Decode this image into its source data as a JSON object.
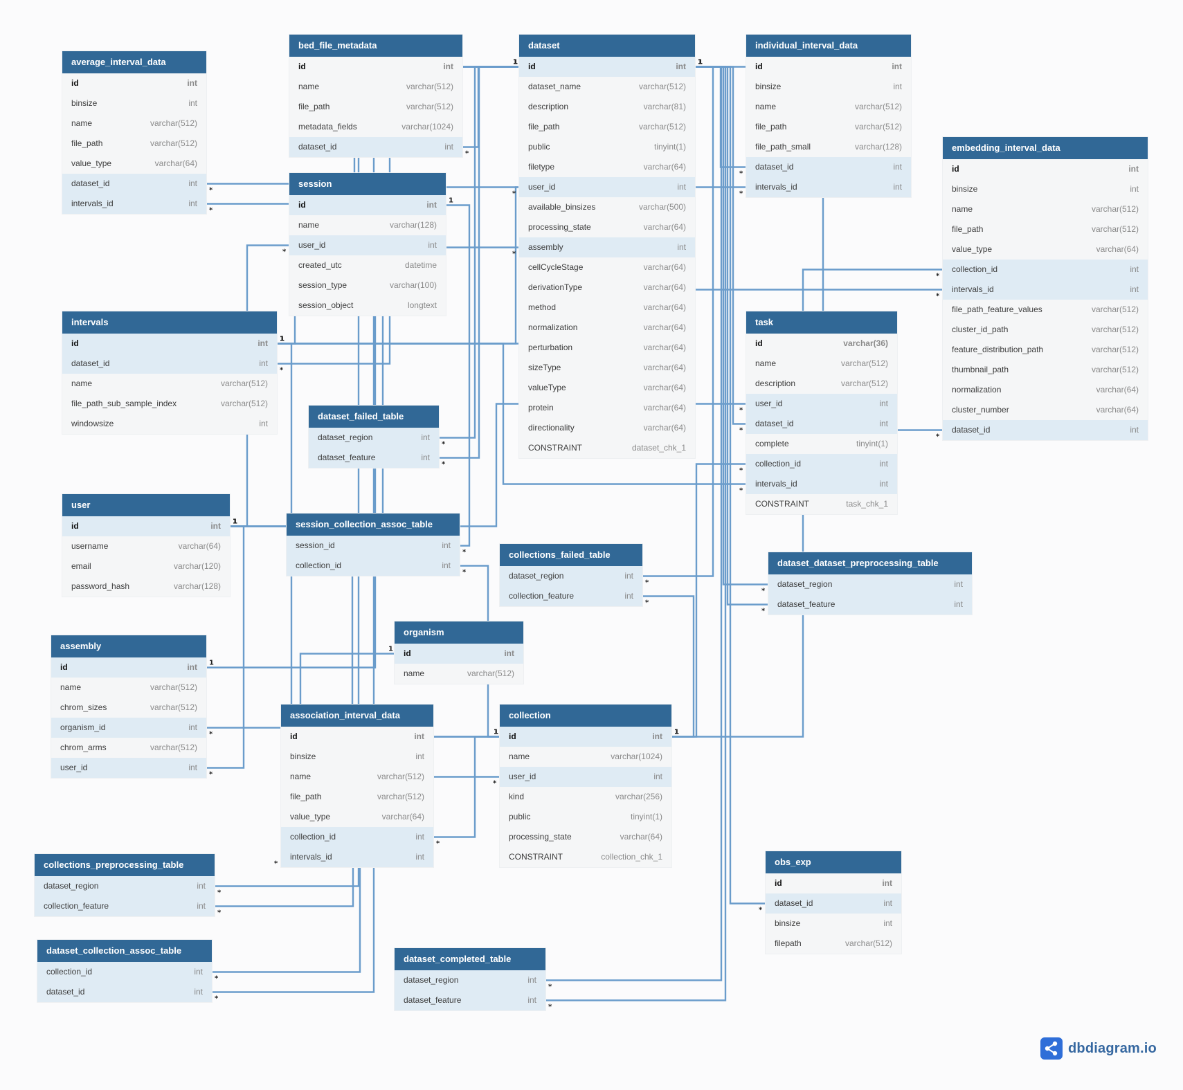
{
  "tables": [
    {
      "id": "average_interval_data",
      "name": "average_interval_data",
      "fields": [
        {
          "name": "id",
          "type": "int",
          "pk": true
        },
        {
          "name": "binsize",
          "type": "int"
        },
        {
          "name": "name",
          "type": "varchar(512)"
        },
        {
          "name": "file_path",
          "type": "varchar(512)"
        },
        {
          "name": "value_type",
          "type": "varchar(64)"
        },
        {
          "name": "dataset_id",
          "type": "int",
          "fk": true
        },
        {
          "name": "intervals_id",
          "type": "int",
          "fk": true
        }
      ]
    },
    {
      "id": "bed_file_metadata",
      "name": "bed_file_metadata",
      "fields": [
        {
          "name": "id",
          "type": "int",
          "pk": true
        },
        {
          "name": "name",
          "type": "varchar(512)"
        },
        {
          "name": "file_path",
          "type": "varchar(512)"
        },
        {
          "name": "metadata_fields",
          "type": "varchar(1024)"
        },
        {
          "name": "dataset_id",
          "type": "int",
          "fk": true
        }
      ]
    },
    {
      "id": "dataset",
      "name": "dataset",
      "fields": [
        {
          "name": "id",
          "type": "int",
          "pk": true,
          "fk": true
        },
        {
          "name": "dataset_name",
          "type": "varchar(512)"
        },
        {
          "name": "description",
          "type": "varchar(81)"
        },
        {
          "name": "file_path",
          "type": "varchar(512)"
        },
        {
          "name": "public",
          "type": "tinyint(1)"
        },
        {
          "name": "filetype",
          "type": "varchar(64)"
        },
        {
          "name": "user_id",
          "type": "int",
          "fk": true
        },
        {
          "name": "available_binsizes",
          "type": "varchar(500)"
        },
        {
          "name": "processing_state",
          "type": "varchar(64)"
        },
        {
          "name": "assembly",
          "type": "int",
          "fk": true
        },
        {
          "name": "cellCycleStage",
          "type": "varchar(64)"
        },
        {
          "name": "derivationType",
          "type": "varchar(64)"
        },
        {
          "name": "method",
          "type": "varchar(64)"
        },
        {
          "name": "normalization",
          "type": "varchar(64)"
        },
        {
          "name": "perturbation",
          "type": "varchar(64)"
        },
        {
          "name": "sizeType",
          "type": "varchar(64)"
        },
        {
          "name": "valueType",
          "type": "varchar(64)"
        },
        {
          "name": "protein",
          "type": "varchar(64)"
        },
        {
          "name": "directionality",
          "type": "varchar(64)"
        },
        {
          "name": "CONSTRAINT",
          "type": "dataset_chk_1"
        }
      ]
    },
    {
      "id": "individual_interval_data",
      "name": "individual_interval_data",
      "fields": [
        {
          "name": "id",
          "type": "int",
          "pk": true
        },
        {
          "name": "binsize",
          "type": "int"
        },
        {
          "name": "name",
          "type": "varchar(512)"
        },
        {
          "name": "file_path",
          "type": "varchar(512)"
        },
        {
          "name": "file_path_small",
          "type": "varchar(128)"
        },
        {
          "name": "dataset_id",
          "type": "int",
          "fk": true
        },
        {
          "name": "intervals_id",
          "type": "int",
          "fk": true
        }
      ]
    },
    {
      "id": "embedding_interval_data",
      "name": "embedding_interval_data",
      "fields": [
        {
          "name": "id",
          "type": "int",
          "pk": true
        },
        {
          "name": "binsize",
          "type": "int"
        },
        {
          "name": "name",
          "type": "varchar(512)"
        },
        {
          "name": "file_path",
          "type": "varchar(512)"
        },
        {
          "name": "value_type",
          "type": "varchar(64)"
        },
        {
          "name": "collection_id",
          "type": "int",
          "fk": true
        },
        {
          "name": "intervals_id",
          "type": "int",
          "fk": true
        },
        {
          "name": "file_path_feature_values",
          "type": "varchar(512)"
        },
        {
          "name": "cluster_id_path",
          "type": "varchar(512)"
        },
        {
          "name": "feature_distribution_path",
          "type": "varchar(512)"
        },
        {
          "name": "thumbnail_path",
          "type": "varchar(512)"
        },
        {
          "name": "normalization",
          "type": "varchar(64)"
        },
        {
          "name": "cluster_number",
          "type": "varchar(64)"
        },
        {
          "name": "dataset_id",
          "type": "int",
          "fk": true
        }
      ]
    },
    {
      "id": "session",
      "name": "session",
      "fields": [
        {
          "name": "id",
          "type": "int",
          "pk": true,
          "fk": true
        },
        {
          "name": "name",
          "type": "varchar(128)"
        },
        {
          "name": "user_id",
          "type": "int",
          "fk": true
        },
        {
          "name": "created_utc",
          "type": "datetime"
        },
        {
          "name": "session_type",
          "type": "varchar(100)"
        },
        {
          "name": "session_object",
          "type": "longtext"
        }
      ]
    },
    {
      "id": "intervals",
      "name": "intervals",
      "fields": [
        {
          "name": "id",
          "type": "int",
          "pk": true,
          "fk": true
        },
        {
          "name": "dataset_id",
          "type": "int",
          "fk": true
        },
        {
          "name": "name",
          "type": "varchar(512)"
        },
        {
          "name": "file_path_sub_sample_index",
          "type": "varchar(512)"
        },
        {
          "name": "windowsize",
          "type": "int"
        }
      ]
    },
    {
      "id": "task",
      "name": "task",
      "fields": [
        {
          "name": "id",
          "type": "varchar(36)",
          "pk": true
        },
        {
          "name": "name",
          "type": "varchar(512)"
        },
        {
          "name": "description",
          "type": "varchar(512)"
        },
        {
          "name": "user_id",
          "type": "int",
          "fk": true
        },
        {
          "name": "dataset_id",
          "type": "int",
          "fk": true
        },
        {
          "name": "complete",
          "type": "tinyint(1)"
        },
        {
          "name": "collection_id",
          "type": "int",
          "fk": true
        },
        {
          "name": "intervals_id",
          "type": "int",
          "fk": true
        },
        {
          "name": "CONSTRAINT",
          "type": "task_chk_1"
        }
      ]
    },
    {
      "id": "dataset_failed_table",
      "name": "dataset_failed_table",
      "fields": [
        {
          "name": "dataset_region",
          "type": "int",
          "fk": true
        },
        {
          "name": "dataset_feature",
          "type": "int",
          "fk": true
        }
      ]
    },
    {
      "id": "user",
      "name": "user",
      "fields": [
        {
          "name": "id",
          "type": "int",
          "pk": true,
          "fk": true
        },
        {
          "name": "username",
          "type": "varchar(64)"
        },
        {
          "name": "email",
          "type": "varchar(120)"
        },
        {
          "name": "password_hash",
          "type": "varchar(128)"
        }
      ]
    },
    {
      "id": "session_collection_assoc_table",
      "name": "session_collection_assoc_table",
      "fields": [
        {
          "name": "session_id",
          "type": "int",
          "fk": true
        },
        {
          "name": "collection_id",
          "type": "int",
          "fk": true
        }
      ]
    },
    {
      "id": "collections_failed_table",
      "name": "collections_failed_table",
      "fields": [
        {
          "name": "dataset_region",
          "type": "int",
          "fk": true
        },
        {
          "name": "collection_feature",
          "type": "int",
          "fk": true
        }
      ]
    },
    {
      "id": "dataset_dataset_preprocessing_table",
      "name": "dataset_dataset_preprocessing_table",
      "fields": [
        {
          "name": "dataset_region",
          "type": "int",
          "fk": true
        },
        {
          "name": "dataset_feature",
          "type": "int",
          "fk": true
        }
      ]
    },
    {
      "id": "organism",
      "name": "organism",
      "fields": [
        {
          "name": "id",
          "type": "int",
          "pk": true,
          "fk": true
        },
        {
          "name": "name",
          "type": "varchar(512)"
        }
      ]
    },
    {
      "id": "assembly",
      "name": "assembly",
      "fields": [
        {
          "name": "id",
          "type": "int",
          "pk": true,
          "fk": true
        },
        {
          "name": "name",
          "type": "varchar(512)"
        },
        {
          "name": "chrom_sizes",
          "type": "varchar(512)"
        },
        {
          "name": "organism_id",
          "type": "int",
          "fk": true
        },
        {
          "name": "chrom_arms",
          "type": "varchar(512)"
        },
        {
          "name": "user_id",
          "type": "int",
          "fk": true
        }
      ]
    },
    {
      "id": "association_interval_data",
      "name": "association_interval_data",
      "fields": [
        {
          "name": "id",
          "type": "int",
          "pk": true
        },
        {
          "name": "binsize",
          "type": "int"
        },
        {
          "name": "name",
          "type": "varchar(512)"
        },
        {
          "name": "file_path",
          "type": "varchar(512)"
        },
        {
          "name": "value_type",
          "type": "varchar(64)"
        },
        {
          "name": "collection_id",
          "type": "int",
          "fk": true
        },
        {
          "name": "intervals_id",
          "type": "int",
          "fk": true
        }
      ]
    },
    {
      "id": "collection",
      "name": "collection",
      "fields": [
        {
          "name": "id",
          "type": "int",
          "pk": true,
          "fk": true
        },
        {
          "name": "name",
          "type": "varchar(1024)"
        },
        {
          "name": "user_id",
          "type": "int",
          "fk": true
        },
        {
          "name": "kind",
          "type": "varchar(256)"
        },
        {
          "name": "public",
          "type": "tinyint(1)"
        },
        {
          "name": "processing_state",
          "type": "varchar(64)"
        },
        {
          "name": "CONSTRAINT",
          "type": "collection_chk_1"
        }
      ]
    },
    {
      "id": "collections_preprocessing_table",
      "name": "collections_preprocessing_table",
      "fields": [
        {
          "name": "dataset_region",
          "type": "int",
          "fk": true
        },
        {
          "name": "collection_feature",
          "type": "int",
          "fk": true
        }
      ]
    },
    {
      "id": "obs_exp",
      "name": "obs_exp",
      "fields": [
        {
          "name": "id",
          "type": "int",
          "pk": true
        },
        {
          "name": "dataset_id",
          "type": "int",
          "fk": true
        },
        {
          "name": "binsize",
          "type": "int"
        },
        {
          "name": "filepath",
          "type": "varchar(512)"
        }
      ]
    },
    {
      "id": "dataset_collection_assoc_table",
      "name": "dataset_collection_assoc_table",
      "fields": [
        {
          "name": "collection_id",
          "type": "int",
          "fk": true
        },
        {
          "name": "dataset_id",
          "type": "int",
          "fk": true
        }
      ]
    },
    {
      "id": "dataset_completed_table",
      "name": "dataset_completed_table",
      "fields": [
        {
          "name": "dataset_region",
          "type": "int",
          "fk": true
        },
        {
          "name": "dataset_feature",
          "type": "int",
          "fk": true
        }
      ]
    }
  ],
  "relationships": [
    {
      "from": "bed_file_metadata.dataset_id",
      "to": "dataset.id",
      "card": "*-1"
    },
    {
      "from": "average_interval_data.dataset_id",
      "to": "dataset.id",
      "card": "*-1"
    },
    {
      "from": "average_interval_data.intervals_id",
      "to": "intervals.id",
      "card": "*-1"
    },
    {
      "from": "individual_interval_data.dataset_id",
      "to": "dataset.id",
      "card": "*-1"
    },
    {
      "from": "individual_interval_data.intervals_id",
      "to": "intervals.id",
      "card": "*-1"
    },
    {
      "from": "dataset.user_id",
      "to": "user.id",
      "card": "*-1"
    },
    {
      "from": "dataset.assembly",
      "to": "assembly.id",
      "card": "*-1"
    },
    {
      "from": "session.user_id",
      "to": "user.id",
      "card": "*-1"
    },
    {
      "from": "intervals.dataset_id",
      "to": "dataset.id",
      "card": "*-1"
    },
    {
      "from": "embedding_interval_data.collection_id",
      "to": "collection.id",
      "card": "*-1"
    },
    {
      "from": "embedding_interval_data.intervals_id",
      "to": "intervals.id",
      "card": "*-1"
    },
    {
      "from": "embedding_interval_data.dataset_id",
      "to": "dataset.id",
      "card": "*-1"
    },
    {
      "from": "task.user_id",
      "to": "user.id",
      "card": "*-1"
    },
    {
      "from": "task.dataset_id",
      "to": "dataset.id",
      "card": "*-1"
    },
    {
      "from": "task.collection_id",
      "to": "collection.id",
      "card": "*-1"
    },
    {
      "from": "task.intervals_id",
      "to": "intervals.id",
      "card": "*-1"
    },
    {
      "from": "dataset_failed_table.dataset_region",
      "to": "dataset.id",
      "card": "*-1"
    },
    {
      "from": "dataset_failed_table.dataset_feature",
      "to": "dataset.id",
      "card": "*-1"
    },
    {
      "from": "session_collection_assoc_table.session_id",
      "to": "session.id",
      "card": "*-1"
    },
    {
      "from": "session_collection_assoc_table.collection_id",
      "to": "collection.id",
      "card": "*-1"
    },
    {
      "from": "collections_failed_table.dataset_region",
      "to": "dataset.id",
      "card": "*-1"
    },
    {
      "from": "collections_failed_table.collection_feature",
      "to": "collection.id",
      "card": "*-1"
    },
    {
      "from": "dataset_dataset_preprocessing_table.dataset_region",
      "to": "dataset.id",
      "card": "*-1"
    },
    {
      "from": "dataset_dataset_preprocessing_table.dataset_feature",
      "to": "dataset.id",
      "card": "*-1"
    },
    {
      "from": "assembly.organism_id",
      "to": "organism.id",
      "card": "*-1"
    },
    {
      "from": "assembly.user_id",
      "to": "user.id",
      "card": "*-1"
    },
    {
      "from": "association_interval_data.collection_id",
      "to": "collection.id",
      "card": "*-1"
    },
    {
      "from": "association_interval_data.intervals_id",
      "to": "intervals.id",
      "card": "*-1"
    },
    {
      "from": "collection.user_id",
      "to": "user.id",
      "card": "*-1"
    },
    {
      "from": "collections_preprocessing_table.dataset_region",
      "to": "dataset.id",
      "card": "*-1"
    },
    {
      "from": "collections_preprocessing_table.collection_feature",
      "to": "collection.id",
      "card": "*-1"
    },
    {
      "from": "obs_exp.dataset_id",
      "to": "dataset.id",
      "card": "*-1"
    },
    {
      "from": "dataset_collection_assoc_table.collection_id",
      "to": "collection.id",
      "card": "*-1"
    },
    {
      "from": "dataset_collection_assoc_table.dataset_id",
      "to": "dataset.id",
      "card": "*-1"
    },
    {
      "from": "dataset_completed_table.dataset_region",
      "to": "dataset.id",
      "card": "*-1"
    },
    {
      "from": "dataset_completed_table.dataset_feature",
      "to": "dataset.id",
      "card": "*-1"
    }
  ],
  "colors": {
    "header": "#316896",
    "link": "#6a9ccb",
    "fk_row": "#dfebf4",
    "row": "#f5f6f7"
  },
  "logo": {
    "text": "dbdiagram.io",
    "icon": "share-icon"
  }
}
